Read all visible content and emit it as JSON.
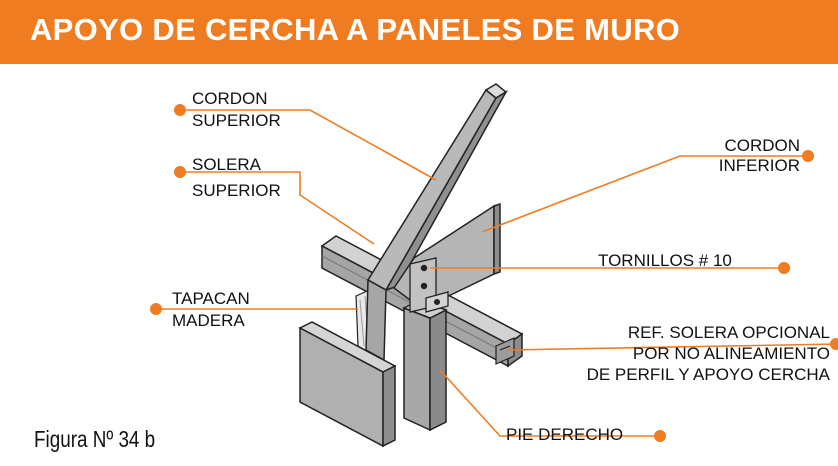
{
  "title": "APOYO DE CERCHA A PANELES DE MURO",
  "caption": "Figura Nº 34 b",
  "labels": {
    "cordon_superior": [
      "CORDON",
      "SUPERIOR"
    ],
    "solera_superior": [
      "SOLERA",
      "SUPERIOR"
    ],
    "tapacan_madera": [
      "TAPACAN",
      "MADERA"
    ],
    "cordon_inferior": [
      "CORDON",
      "INFERIOR"
    ],
    "tornillos": "TORNILLOS # 10",
    "ref_solera": [
      "REF. SOLERA OPCIONAL",
      "POR NO ALINEAMIENTO",
      "DE PERFIL Y APOYO CERCHA"
    ],
    "pie_derecho": "PIE DERECHO"
  },
  "colors": {
    "accent": "#f07c22",
    "steel_light": "#c9c9c9",
    "steel_mid": "#a9a9a9",
    "steel_dark": "#8a8a8a",
    "outline": "#222222"
  }
}
